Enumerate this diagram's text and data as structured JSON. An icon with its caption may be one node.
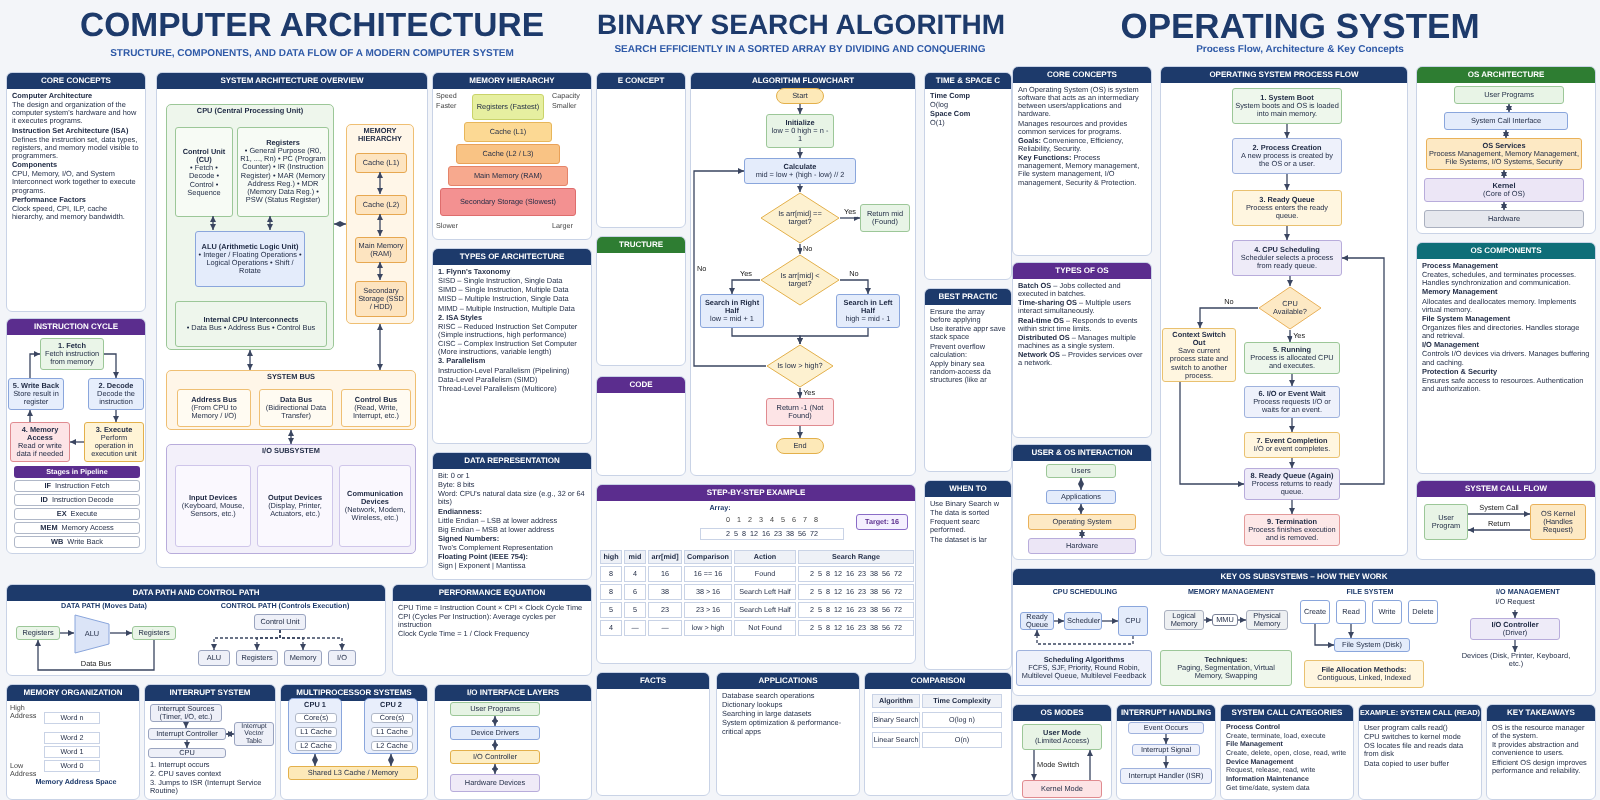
{
  "diagram": {
    "nodes": [
      {
        "text": [
          "CPU (Central Processing Unit)"
        ]
      },
      {
        "text": [
          "Control Unit (CU)",
          "• Fetch • Decode • Control • Sequence"
        ],
        "in": 0
      },
      {
        "text": [
          "Registers",
          "• General Purpose (R0, R1, ..., Rn) • PC (Program Counter) • IR (Instruction Register) • MAR (Memory Address Reg.) • MDR (Memory Data Reg.) • PSW (Status Register)"
        ],
        "in": 0
      },
      {
        "text": [
          "ALU (Arithmetic Logic Unit)",
          "• Integer / Floating Operations • Logical Operations • Shift / Rotate"
        ],
        "in": 0
      },
      {
        "text": [
          "Internal CPU Interconnects",
          "• Data Bus • Address Bus • Control Bus"
        ],
        "in": 0
      },
      {
        "text": [
          "MEMORY HIERARCHY"
        ]
      },
      {
        "text": [
          "Cache (L1)"
        ],
        "in": 5
      },
      {
        "text": [
          "Cache (L2)"
        ],
        "in": 5
      },
      {
        "text": [
          "Main Memory (RAM)"
        ],
        "in": 5
      },
      {
        "text": [
          "Secondary Storage (SSD / HDD)"
        ],
        "in": 5
      },
      {
        "text": [
          "SYSTEM BUS"
        ]
      },
      {
        "text": [
          "Address Bus",
          "(From CPU to Memory / I/O)"
        ],
        "in": 10
      },
      {
        "text": [
          "Data Bus",
          "(Bidirectional Data Transfer)"
        ],
        "in": 10
      },
      {
        "text": [
          "Control Bus",
          "(Read, Write, Interrupt, etc.)"
        ],
        "in": 10
      },
      {
        "text": [
          "I/O SUBSYSTEM"
        ]
      },
      {
        "text": [
          "Input Devices",
          "(Keyboard, Mouse, Sensors, etc.)"
        ],
        "in": 14
      },
      {
        "text": [
          "Output Devices",
          "(Display, Printer, Actuators, etc.)"
        ],
        "in": 14
      },
      {
        "text": [
          "Communication Devices",
          "(Network, Modem, Wireless, etc.)"
        ],
        "in": 14
      },
      {
        "text": [
          "1. Fetch",
          "Fetch instruction from memory"
        ]
      },
      {
        "text": [
          "2. Decode",
          "Decode the instruction"
        ]
      },
      {
        "text": [
          "3. Execute",
          "Perform operation in execution unit"
        ]
      },
      {
        "text": [
          "4. Memory Access",
          "Read or write data if needed"
        ]
      },
      {
        "text": [
          "5. Write Back",
          "Store result in register"
        ]
      },
      {
        "text": [
          "IF",
          "Instruction Fetch"
        ]
      },
      {
        "text": [
          "ID",
          "Instruction Decode"
        ]
      },
      {
        "text": [
          "EX",
          "Execute"
        ]
      },
      {
        "text": [
          "MEM",
          "Memory Access"
        ]
      },
      {
        "text": [
          "WB",
          "Write Back"
        ]
      },
      {
        "text": [
          "Registers (Fastest)"
        ]
      },
      {
        "text": [
          "Cache (L1)"
        ]
      },
      {
        "text": [
          "Cache (L2 / L3)"
        ]
      },
      {
        "text": [
          "Main Memory (RAM)"
        ]
      },
      {
        "text": [
          "Secondary Storage (Slowest)"
        ]
      },
      {
        "text": [
          "Registers"
        ]
      },
      {
        "text": [
          "ALU"
        ]
      },
      {
        "text": [
          "Registers"
        ]
      },
      {
        "text": [
          "Control Unit"
        ]
      },
      {
        "text": [
          "ALU"
        ]
      },
      {
        "text": [
          "Registers"
        ]
      },
      {
        "text": [
          "Memory"
        ]
      },
      {
        "text": [
          "I/O"
        ]
      },
      {
        "text": [
          "Interrupt Sources (Timer, I/O, etc.)"
        ]
      },
      {
        "text": [
          "Interrupt Controller"
        ]
      },
      {
        "text": [
          "Interrupt Vector Table"
        ]
      },
      {
        "text": [
          "CPU"
        ]
      },
      {
        "text": [
          "CPU 1"
        ]
      },
      {
        "text": [
          "Core(s)"
        ],
        "in": 45
      },
      {
        "text": [
          "L1 Cache"
        ],
        "in": 45
      },
      {
        "text": [
          "L2 Cache"
        ],
        "in": 45
      },
      {
        "text": [
          "CPU 2"
        ]
      },
      {
        "text": [
          "Core(s)"
        ],
        "in": 49
      },
      {
        "text": [
          "L1 Cache"
        ],
        "in": 49
      },
      {
        "text": [
          "L2 Cache"
        ],
        "in": 49
      },
      {
        "text": [
          "Shared L3 Cache / Memory"
        ]
      },
      {
        "text": [
          "User Programs"
        ]
      },
      {
        "text": [
          "Device Drivers"
        ]
      },
      {
        "text": [
          "I/O Controller"
        ]
      },
      {
        "text": [
          "Hardware Devices"
        ]
      },
      {
        "text": [
          "Start"
        ]
      },
      {
        "text": [
          "Initialize",
          "low = 0 high = n - 1"
        ]
      },
      {
        "text": [
          "Calculate",
          "mid = low + (high - low) // 2"
        ]
      },
      {
        "text": [
          "Is arr[mid] == target?"
        ]
      },
      {
        "text": [
          "Return mid (Found)"
        ]
      },
      {
        "text": [
          "Is arr[mid] < target?"
        ]
      },
      {
        "text": [
          "Search in Right Half",
          "low = mid + 1"
        ]
      },
      {
        "text": [
          "Search in Left Half",
          "high = mid - 1"
        ]
      },
      {
        "text": [
          "Is low > high?"
        ]
      },
      {
        "text": [
          "Return -1 (Not Found)"
        ]
      },
      {
        "text": [
          "End"
        ]
      },
      {
        "text": [
          "1. System Boot",
          "System boots and OS is loaded into main memory."
        ]
      },
      {
        "text": [
          "2. Process Creation",
          "A new process is created by the OS or a user."
        ]
      },
      {
        "text": [
          "3. Ready Queue",
          "Process enters the ready queue."
        ]
      },
      {
        "text": [
          "4. CPU Scheduling",
          "Scheduler selects a process from ready queue."
        ]
      },
      {
        "text": [
          "CPU Available?"
        ]
      },
      {
        "text": [
          "Context Switch Out",
          "Save current process state and switch to another process."
        ]
      },
      {
        "text": [
          "5. Running",
          "Process is allocated CPU and executes."
        ]
      },
      {
        "text": [
          "6. I/O or Event Wait",
          "Process requests I/O or waits for an event."
        ]
      },
      {
        "text": [
          "7. Event Completion",
          "I/O or event completes."
        ]
      },
      {
        "text": [
          "8. Ready Queue (Again)",
          "Process returns to ready queue."
        ]
      },
      {
        "text": [
          "9. Termination",
          "Process finishes execution and is removed."
        ]
      },
      {
        "text": [
          "User Programs"
        ]
      },
      {
        "text": [
          "System Call Interface"
        ]
      },
      {
        "text": [
          "OS Services",
          "Process Management, Memory Management, File Systems, I/O Systems, Security"
        ]
      },
      {
        "text": [
          "Kernel",
          "(Core of OS)"
        ]
      },
      {
        "text": [
          "Hardware"
        ]
      },
      {
        "text": [
          "Users"
        ]
      },
      {
        "text": [
          "Applications"
        ]
      },
      {
        "text": [
          "Operating System"
        ]
      },
      {
        "text": [
          "Hardware"
        ]
      },
      {
        "text": [
          "User Program"
        ]
      },
      {
        "text": [
          "OS Kernel (Handles Request)"
        ]
      },
      {
        "text": [
          "Ready Queue"
        ]
      },
      {
        "text": [
          "Scheduler"
        ]
      },
      {
        "text": [
          "CPU"
        ]
      },
      {
        "text": [
          "Scheduling Algorithms",
          "FCFS, SJF, Priority, Round Robin, Multilevel Queue, Multilevel Feedback"
        ]
      },
      {
        "text": [
          "Logical Memory"
        ]
      },
      {
        "text": [
          "MMU"
        ]
      },
      {
        "text": [
          "Physical Memory"
        ]
      },
      {
        "text": [
          "Techniques:",
          "Paging, Segmentation, Virtual Memory, Swapping"
        ]
      },
      {
        "text": [
          "Create"
        ]
      },
      {
        "text": [
          "Read"
        ]
      },
      {
        "text": [
          "Write"
        ]
      },
      {
        "text": [
          "Delete"
        ]
      },
      {
        "text": [
          "File System (Disk)"
        ]
      },
      {
        "text": [
          "File Allocation Methods:",
          "Contiguous, Linked, Indexed"
        ]
      },
      {
        "text": [
          "I/O Request"
        ]
      },
      {
        "text": [
          "I/O Controller",
          "(Driver)"
        ]
      },
      {
        "text": [
          "Devices (Disk, Printer, Keyboard, etc.)"
        ]
      },
      {
        "text": [
          "User Mode",
          "(Limited Access)"
        ]
      },
      {
        "text": [
          "Kernel Mode"
        ]
      },
      {
        "text": [
          "Event Occurs"
        ]
      },
      {
        "text": [
          "Interrupt Signal"
        ]
      },
      {
        "text": [
          "Interrupt Handler (ISR)"
        ]
      }
    ],
    "edges": [
      {
        "from": 1,
        "to": 3,
        "arrow": "both"
      },
      {
        "from": 2,
        "to": 3,
        "arrow": "both"
      },
      {
        "from": 0,
        "to": 5,
        "arrow": "both"
      },
      {
        "from": 6,
        "to": 7,
        "arrow": "both"
      },
      {
        "from": 7,
        "to": 8,
        "arrow": "both"
      },
      {
        "from": 8,
        "to": 9,
        "arrow": "both"
      },
      {
        "from": 0,
        "to": 10,
        "arrow": "both"
      },
      {
        "from": 5,
        "to": 10,
        "arrow": "both"
      },
      {
        "from": 10,
        "to": 14,
        "arrow": "both"
      },
      {
        "from": 18,
        "to": 19,
        "arrow": "to"
      },
      {
        "from": 19,
        "to": 20,
        "arrow": "to"
      },
      {
        "from": 20,
        "to": 21,
        "arrow": "to"
      },
      {
        "from": 21,
        "to": 22,
        "arrow": "to"
      },
      {
        "from": 22,
        "to": 18,
        "arrow": "to"
      },
      {
        "from": 33,
        "to": 34,
        "arrow": "to"
      },
      {
        "from": 34,
        "to": 35,
        "arrow": "to"
      },
      {
        "from": 35,
        "to": 33,
        "arrow": "to",
        "label": "Data Bus"
      },
      {
        "from": 36,
        "to": 37,
        "arrow": "to",
        "style": "dashed"
      },
      {
        "from": 36,
        "to": 38,
        "arrow": "to",
        "style": "dashed"
      },
      {
        "from": 36,
        "to": 39,
        "arrow": "to",
        "style": "dashed"
      },
      {
        "from": 36,
        "to": 40,
        "arrow": "to",
        "style": "dashed"
      },
      {
        "from": 41,
        "to": 42,
        "arrow": "to"
      },
      {
        "from": 42,
        "to": 44,
        "arrow": "to"
      },
      {
        "from": 42,
        "to": 43,
        "arrow": "both",
        "style": "dashed"
      },
      {
        "from": 45,
        "to": 53,
        "arrow": "both"
      },
      {
        "from": 49,
        "to": 53,
        "arrow": "both"
      },
      {
        "from": 54,
        "to": 55,
        "arrow": "both"
      },
      {
        "from": 55,
        "to": 56,
        "arrow": "both"
      },
      {
        "from": 56,
        "to": 57,
        "arrow": "both"
      },
      {
        "from": 58,
        "to": 59,
        "arrow": "to"
      },
      {
        "from": 59,
        "to": 60,
        "arrow": "to"
      },
      {
        "from": 60,
        "to": 61,
        "arrow": "to"
      },
      {
        "from": 61,
        "to": 62,
        "arrow": "to",
        "label": "Yes"
      },
      {
        "from": 61,
        "to": 63,
        "arrow": "to",
        "label": "No"
      },
      {
        "from": 63,
        "to": 64,
        "arrow": "to",
        "label": "Yes"
      },
      {
        "from": 63,
        "to": 65,
        "arrow": "to",
        "label": "No"
      },
      {
        "from": 64,
        "to": 66,
        "arrow": "to"
      },
      {
        "from": 65,
        "to": 66,
        "arrow": "to"
      },
      {
        "from": 66,
        "to": 60,
        "arrow": "to",
        "label": "No"
      },
      {
        "from": 66,
        "to": 67,
        "arrow": "to",
        "label": "Yes"
      },
      {
        "from": 67,
        "to": 68,
        "arrow": "to"
      },
      {
        "from": 69,
        "to": 70,
        "arrow": "to"
      },
      {
        "from": 70,
        "to": 71,
        "arrow": "to"
      },
      {
        "from": 71,
        "to": 72,
        "arrow": "to"
      },
      {
        "from": 72,
        "to": 73,
        "arrow": "to"
      },
      {
        "from": 73,
        "to": 74,
        "arrow": "to",
        "label": "No"
      },
      {
        "from": 73,
        "to": 75,
        "arrow": "to",
        "label": "Yes"
      },
      {
        "from": 75,
        "to": 76,
        "arrow": "to"
      },
      {
        "from": 76,
        "to": 77,
        "arrow": "to"
      },
      {
        "from": 77,
        "to": 78,
        "arrow": "to"
      },
      {
        "from": 78,
        "to": 79,
        "arrow": "to"
      },
      {
        "from": 74,
        "to": 78,
        "arrow": "to"
      },
      {
        "from": 78,
        "to": 72,
        "arrow": "to"
      },
      {
        "from": 80,
        "to": 81,
        "arrow": "both"
      },
      {
        "from": 81,
        "to": 82,
        "arrow": "both"
      },
      {
        "from": 82,
        "to": 83,
        "arrow": "both"
      },
      {
        "from": 83,
        "to": 84,
        "arrow": "both"
      },
      {
        "from": 85,
        "to": 86,
        "arrow": "both"
      },
      {
        "from": 86,
        "to": 87,
        "arrow": "both"
      },
      {
        "from": 87,
        "to": 88,
        "arrow": "both"
      },
      {
        "from": 89,
        "to": 90,
        "arrow": "to",
        "label": "System Call"
      },
      {
        "from": 90,
        "to": 89,
        "arrow": "to",
        "label": "Return"
      },
      {
        "from": 91,
        "to": 92,
        "arrow": "to"
      },
      {
        "from": 92,
        "to": 93,
        "arrow": "to"
      },
      {
        "from": 93,
        "to": 91,
        "arrow": "to",
        "style": "dashed"
      },
      {
        "from": 95,
        "to": 96,
        "arrow": "to"
      },
      {
        "from": 96,
        "to": 97,
        "arrow": "to"
      },
      {
        "from": 99,
        "to": 103,
        "arrow": "to"
      },
      {
        "from": 100,
        "to": 103,
        "arrow": "to"
      },
      {
        "from": 105,
        "to": 106,
        "arrow": "to"
      },
      {
        "from": 106,
        "to": 107,
        "arrow": "to"
      },
      {
        "from": 108,
        "to": 109,
        "arrow": "to",
        "label": "Mode Switch"
      },
      {
        "from": 109,
        "to": 108,
        "arrow": "to"
      },
      {
        "from": 110,
        "to": 111,
        "arrow": "to"
      },
      {
        "from": 111,
        "to": 112,
        "arrow": "to"
      }
    ],
    "labels": [
      "COMPUTER ARCHITECTURE",
      "STRUCTURE, COMPONENTS, AND DATA FLOW OF A MODERN COMPUTER SYSTEM",
      "CORE CONCEPTS",
      "Computer Architecture",
      "The design and organization of the computer system's hardware and how it executes programs.",
      "Instruction Set Architecture (ISA)",
      "Defines the instruction set, data types, registers, and memory model visible to programmers.",
      "Components",
      "CPU, Memory, I/O, and System Interconnect work together to execute programs.",
      "Performance Factors",
      "Clock speed, CPI, ILP, cache hierarchy, and memory bandwidth.",
      "SYSTEM ARCHITECTURE OVERVIEW",
      "INSTRUCTION CYCLE",
      "Stages in Pipeline",
      "MEMORY HIERARCHY",
      "Speed",
      "Faster",
      "Slower",
      "Capacity",
      "Smaller",
      "Larger",
      "TYPES OF ARCHITECTURE",
      "1. Flynn's Taxonomy",
      "SISD – Single Instruction, Single Data",
      "SIMD – Single Instruction, Multiple Data",
      "MISD – Multiple Instruction, Single Data",
      "MIMD – Multiple Instruction, Multiple Data",
      "2. ISA Styles",
      "RISC – Reduced Instruction Set Computer (Simple instructions, high performance)",
      "CISC – Complex Instruction Set Computer (More instructions, variable length)",
      "3. Parallelism",
      "Instruction-Level Parallelism (Pipelining)",
      "Data-Level Parallelism (SIMD)",
      "Thread-Level Parallelism (Multicore)",
      "DATA REPRESENTATION",
      "Bit: 0 or 1",
      "Byte: 8 bits",
      "Word: CPU's natural data size (e.g., 32 or 64 bits)",
      "Endianness:",
      "Little Endian – LSB at lower address",
      "Big Endian – MSB at lower address",
      "Signed Numbers:",
      "Two's Complement Representation",
      "Floating Point (IEEE 754):",
      "Sign | Exponent | Mantissa",
      "DATA PATH AND CONTROL PATH",
      "DATA PATH (Moves Data)",
      "CONTROL PATH (Controls Execution)",
      "PERFORMANCE EQUATION",
      "CPU Time = Instruction Count × CPI × Clock Cycle Time",
      "CPI (Cycles Per Instruction): Average cycles per instruction",
      "Clock Cycle Time = 1 / Clock Frequency",
      "MEMORY ORGANIZATION",
      "High Address",
      "Low Address",
      "Word n",
      "Word 2",
      "Word 1",
      "Word 0",
      "Memory Address Space",
      "INTERRUPT SYSTEM",
      "1. Interrupt occurs",
      "2. CPU saves context",
      "3. Jumps to ISR (Interrupt Service Routine)",
      "MULTIPROCESSOR SYSTEMS",
      "I/O INTERFACE LAYERS",
      "BINARY SEARCH ALGORITHM",
      "SEARCH EFFICIENTLY IN A SORTED ARRAY BY DIVIDING AND CONQUERING",
      "E CONCEPT",
      "TRUCTURE",
      "CODE",
      "FACTS",
      "ALGORITHM FLOWCHART",
      "TIME & SPACE C",
      "Time Comp",
      "O(log",
      "Space Com",
      "O(1)",
      "BEST PRACTIC",
      "Ensure the array before applying",
      "Use iterative appr save stack space",
      "Prevent overflow calculation:",
      "Apply binary sea random-access da structures (like ar",
      "STEP-BY-STEP EXAMPLE",
      "Array:",
      "0 1 2 3 4 5 6 7 8",
      "2 5 8 12 16 23 38 56 72",
      "Target: 16",
      "high",
      "mid",
      "arr[mid]",
      "Comparison",
      "Action",
      "Search Range",
      "8",
      "4",
      "16",
      "16 == 16",
      "Found",
      "2 5 8 12 16 23 38 56 72",
      "8",
      "6",
      "38",
      "38 > 16",
      "Search Left Half",
      "2 5 8 12 16 23 38 56 72",
      "5",
      "5",
      "23",
      "23 > 16",
      "Search Left Half",
      "2 5 8 12 16 23 38 56 72",
      "4",
      "—",
      "—",
      "low > high",
      "Not Found",
      "2 5 8 12 16 23 38 56 72",
      "WHEN TO",
      "Use Binary Search w",
      "The data is sorted",
      "Frequent searc performed.",
      "The dataset is lar",
      "APPLICATIONS",
      "Database search operations",
      "Dictionary lookups",
      "Searching in large datasets",
      "System optimization & performance-critical apps",
      "COMPARISON",
      "Algorithm",
      "Time Complexity",
      "Binary Search",
      "O(log n)",
      "Linear Search",
      "O(n)",
      "OPERATING SYSTEM",
      "Process Flow, Architecture & Key Concepts",
      "CORE CONCEPTS",
      "An Operating System (OS) is system software that acts as an intermediary between users/applications and hardware.",
      "Manages resources and provides common services for programs.",
      "**Goals:** Convenience, Efficiency, Reliability, Security.",
      "**Key Functions:** Process management, Memory management, File system management, I/O management, Security & Protection.",
      "OPERATING SYSTEM PROCESS FLOW",
      "OS ARCHITECTURE",
      "OS COMPONENTS",
      "Process Management",
      "Creates, schedules, and terminates processes. Handles synchronization and communication.",
      "Memory Management",
      "Allocates and deallocates memory. Implements virtual memory.",
      "File System Management",
      "Organizes files and directories. Handles storage and retrieval.",
      "I/O Management",
      "Controls I/O devices via drivers. Manages buffering and caching.",
      "Protection & Security",
      "Ensures safe access to resources. Authentication and authorization.",
      "TYPES OF OS",
      "**Batch OS** – Jobs collected and executed in batches.",
      "**Time-sharing OS** – Multiple users interact simultaneously.",
      "**Real-time OS** – Responds to events within strict time limits.",
      "**Distributed OS** – Manages multiple machines as a single system.",
      "**Network OS** – Provides services over a network.",
      "USER & OS INTERACTION",
      "SYSTEM CALL FLOW",
      "KEY OS SUBSYSTEMS – HOW THEY WORK",
      "CPU SCHEDULING",
      "MEMORY MANAGEMENT",
      "FILE SYSTEM",
      "I/O MANAGEMENT",
      "OS MODES",
      "INTERRUPT HANDLING",
      "SYSTEM CALL CATEGORIES",
      "Process Control",
      "Create, terminate, load, execute",
      "File Management",
      "Create, delete, open, close, read, write",
      "Device Management",
      "Request, release, read, write",
      "Information Maintenance",
      "Get time/date, system data",
      "EXAMPLE: SYSTEM CALL (READ)",
      "User program calls read()",
      "CPU switches to kernel mode",
      "OS locates file and reads data from disk",
      "Data copied to user buffer",
      "KEY TAKEAWAYS",
      "OS is the resource manager of the system.",
      "It provides abstraction and convenience to users.",
      "Efficient OS design improves performance and reliability."
    ]
  }
}
